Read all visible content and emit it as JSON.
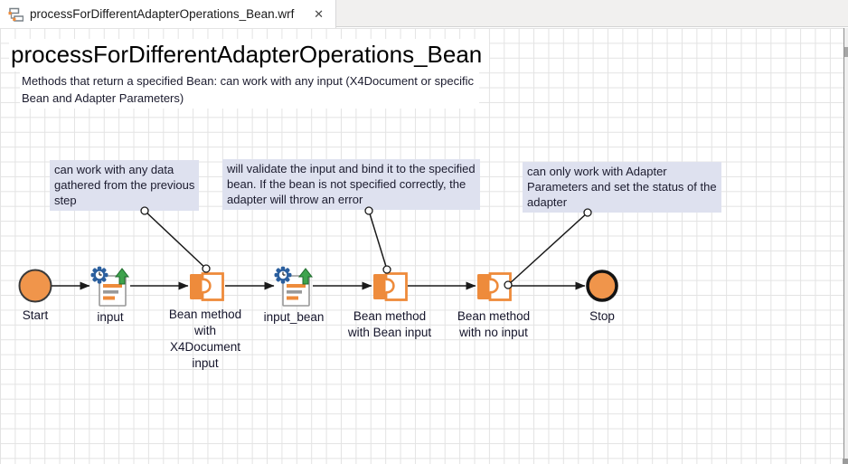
{
  "colors": {
    "accent-orange": "#EE8B3B",
    "node-fill-orange": "#F0954B",
    "annotation-bg": "#DEE1EF",
    "canvas-text": "#1B1B2E",
    "edge-color": "#1A1A1A",
    "grid-line": "#E3E3E3",
    "tabbar-bg": "#F1F0EF",
    "gear-blue": "#2B5F9E",
    "arrow-green": "#3EA34D",
    "doc-gray": "#999999"
  },
  "tab": {
    "title": "processForDifferentAdapterOperations_Bean.wrf",
    "close_icon": "✕"
  },
  "header": {
    "title": "processForDifferentAdapterOperations_Bean",
    "description": [
      "Methods that return a specified Bean: can work with any input (X4Document or specific",
      "Bean and Adapter Parameters)"
    ]
  },
  "annotations": [
    {
      "text": [
        "can work with any data",
        "gathered from the previous",
        "step"
      ]
    },
    {
      "text": [
        "will validate the input and bind it to the specified",
        "bean. If the bean is not specified correctly, the",
        "adapter will throw an error"
      ]
    },
    {
      "text": [
        "can only work with Adapter",
        "Parameters and set the status of the",
        "adapter"
      ]
    }
  ],
  "nodes": [
    {
      "id": "start",
      "type": "start-event",
      "label": "Start"
    },
    {
      "id": "input",
      "type": "document-task",
      "label": "input"
    },
    {
      "id": "bean-method-x4document",
      "type": "bean-task",
      "label": [
        "Bean method",
        "with",
        "X4Document",
        "input"
      ]
    },
    {
      "id": "input-bean",
      "type": "document-task",
      "label": "input_bean"
    },
    {
      "id": "bean-method-bean-input",
      "type": "bean-task",
      "label": [
        "Bean method",
        "with Bean input"
      ]
    },
    {
      "id": "bean-method-no-input",
      "type": "bean-task",
      "label": [
        "Bean method",
        "with no input"
      ]
    },
    {
      "id": "stop",
      "type": "stop-event",
      "label": "Stop"
    }
  ]
}
